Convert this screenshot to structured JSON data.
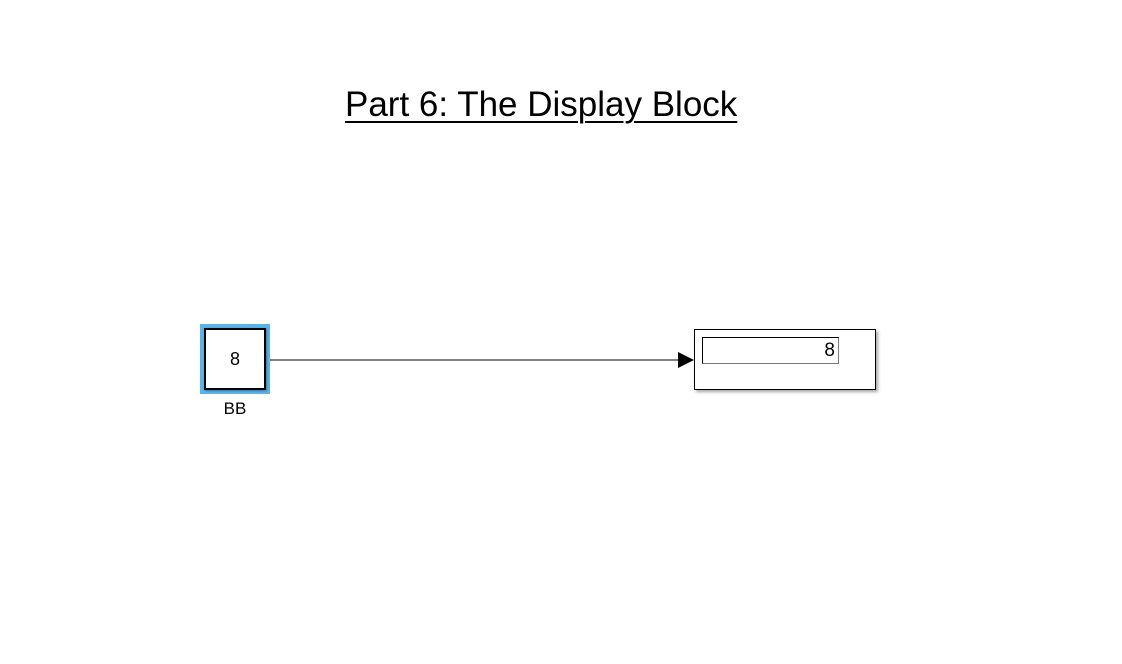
{
  "diagram": {
    "title": "Part 6: The Display Block",
    "constant_block": {
      "value": "8",
      "label": "BB",
      "selected": true,
      "selection_color": "#59b4ec"
    },
    "display_block": {
      "value": "8"
    },
    "signal": {
      "from": "constant-block",
      "to": "display-block"
    }
  }
}
